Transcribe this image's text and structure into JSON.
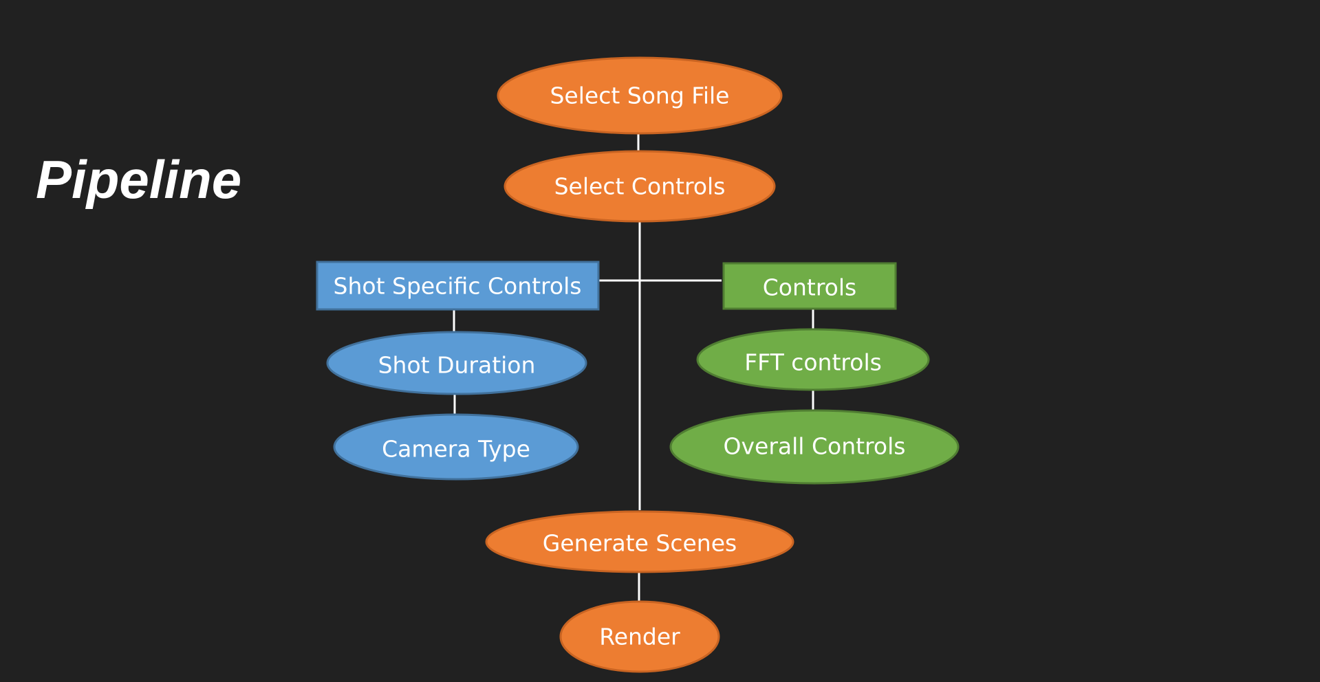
{
  "title": "Pipeline",
  "colors": {
    "background": "#212121",
    "orange": "#ed7d31",
    "orange_border": "#c96422",
    "blue": "#5b9bd5",
    "blue_border": "#41719c",
    "green": "#70ad47",
    "green_border": "#507e32",
    "connector": "#ffffff"
  },
  "nodes": {
    "select_song_file": "Select Song File",
    "select_controls": "Select Controls",
    "shot_specific_controls": "Shot Specific Controls",
    "controls": "Controls",
    "shot_duration": "Shot Duration",
    "camera_type": "Camera Type",
    "fft_controls": "FFT controls",
    "overall_controls": "Overall Controls",
    "generate_scenes": "Generate Scenes",
    "render": "Render"
  }
}
